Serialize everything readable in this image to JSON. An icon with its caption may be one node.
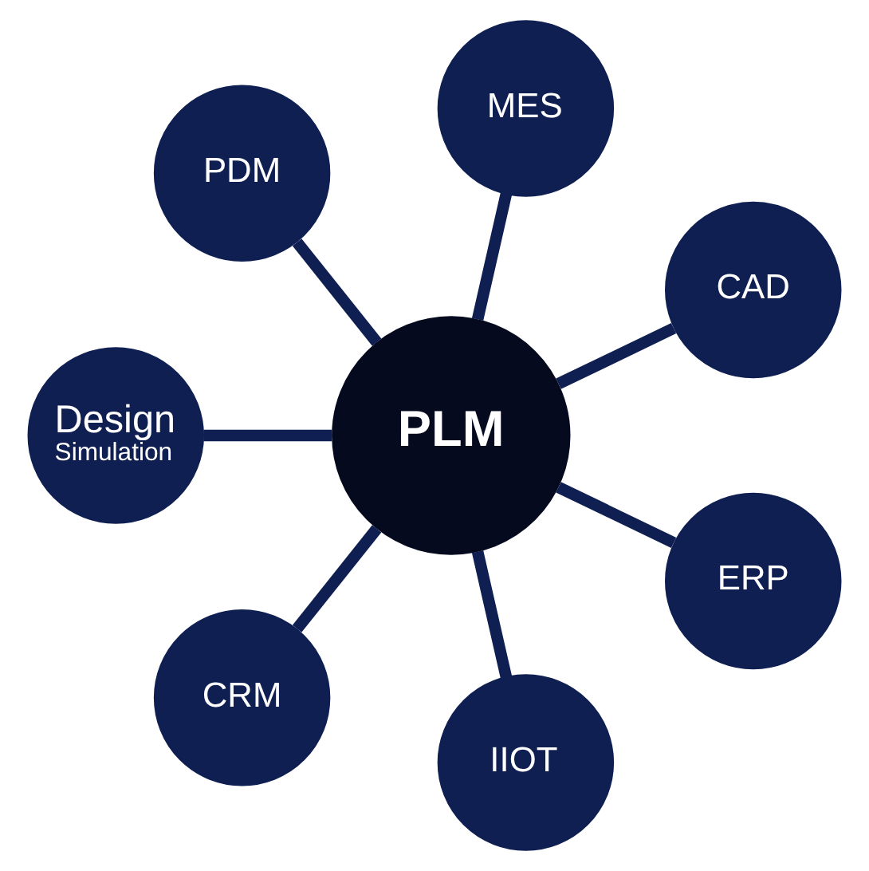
{
  "diagram": {
    "nodes": [
      {
        "text": [
          "PLM"
        ]
      },
      {
        "text": [
          "CAD"
        ]
      },
      {
        "text": [
          "MES"
        ]
      },
      {
        "text": [
          "PDM"
        ]
      },
      {
        "text": [
          "Design",
          "Simulation"
        ]
      },
      {
        "text": [
          "CRM"
        ]
      },
      {
        "text": [
          "IIOT"
        ]
      },
      {
        "text": [
          "ERP"
        ]
      }
    ],
    "edges": [
      {
        "from": 0,
        "to": 1,
        "arrow": "none"
      },
      {
        "from": 0,
        "to": 2,
        "arrow": "none"
      },
      {
        "from": 0,
        "to": 3,
        "arrow": "none"
      },
      {
        "from": 0,
        "to": 4,
        "arrow": "none"
      },
      {
        "from": 0,
        "to": 5,
        "arrow": "none"
      },
      {
        "from": 0,
        "to": 6,
        "arrow": "none"
      },
      {
        "from": 0,
        "to": 7,
        "arrow": "none"
      }
    ]
  }
}
